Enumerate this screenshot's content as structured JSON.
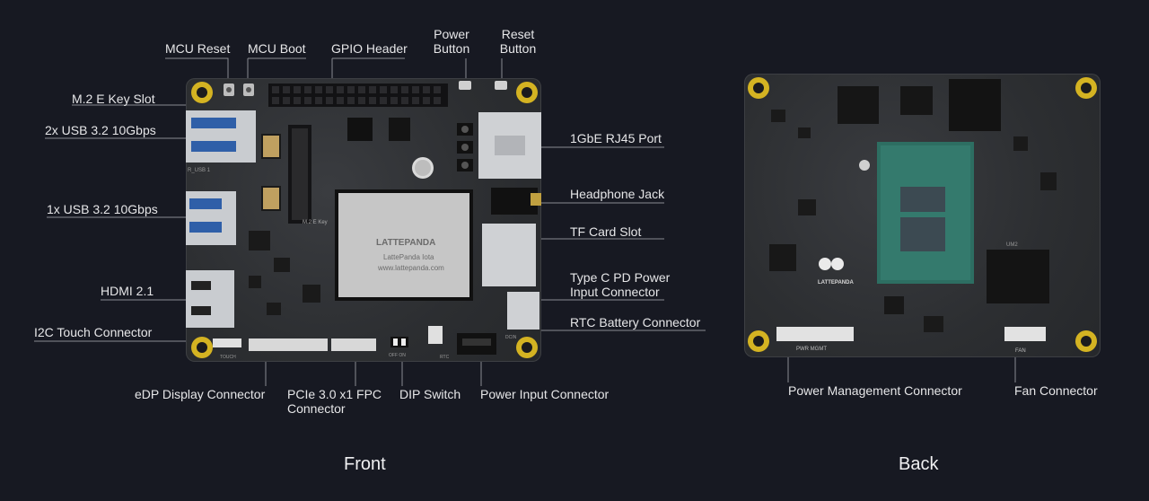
{
  "labels": {
    "mcu_reset": "MCU Reset",
    "mcu_boot": "MCU Boot",
    "gpio_header": "GPIO Header",
    "power_button": "Power\nButton",
    "reset_button": "Reset\nButton",
    "m2_e_key_slot": "M.2 E Key Slot",
    "usb_2x": "2x USB 3.2 10Gbps",
    "usb_1x": "1x USB 3.2 10Gbps",
    "hdmi": "HDMI 2.1",
    "i2c_touch": "I2C Touch Connector",
    "edp": "eDP Display Connector",
    "pcie": "PCIe 3.0 x1 FPC\nConnector",
    "dip_switch": "DIP Switch",
    "power_input": "Power Input Connector",
    "rj45": "1GbE RJ45 Port",
    "headphone": "Headphone Jack",
    "tf_card": "TF Card Slot",
    "type_c": "Type C PD Power\nInput Connector",
    "rtc_battery": "RTC Battery Connector",
    "power_mgmt": "Power Management Connector",
    "fan": "Fan Connector"
  },
  "captions": {
    "front": "Front",
    "back": "Back"
  },
  "silkscreen": {
    "brand": "LATTEPANDA",
    "model": "LattePanda Iota",
    "url": "www.lattepanda.com",
    "m2_key": "M.2 E Key",
    "usb_label": "R_USB 1",
    "touch": "TOUCH",
    "dip": "OFF ON",
    "rtc": "RTC",
    "dcin": "DCIN",
    "pwr_mgmt": "PWR MGMT",
    "fan": "FAN",
    "um2": "UM2",
    "back_brand": "LATTEPANDA"
  },
  "colors": {
    "background": "#171922",
    "board": "#2c2e31",
    "pcb_green_chip": "#2d6e62",
    "gold": "#d4b322",
    "leader_line": "#8a8c92"
  }
}
